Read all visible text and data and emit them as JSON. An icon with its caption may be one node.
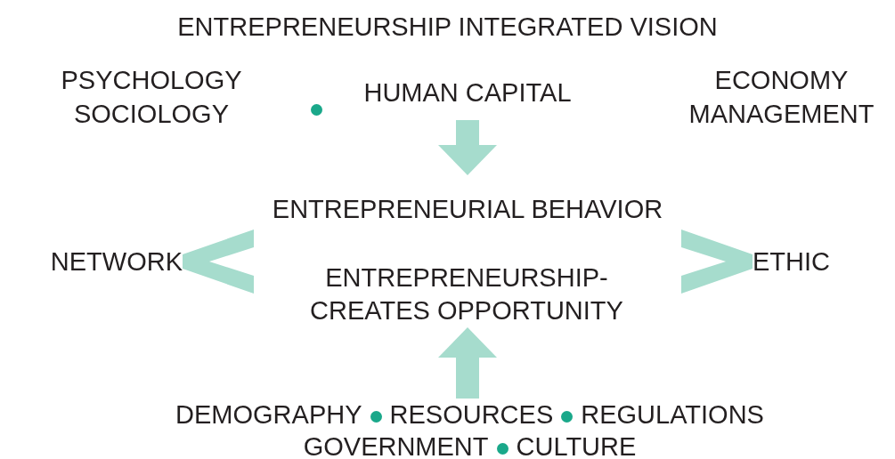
{
  "diagram": {
    "title": "ENTREPRENEURSHIP INTEGRATED VISION",
    "nodes": [
      {
        "text": [
          "PSYCHOLOGY SOCIOLOGY"
        ]
      },
      {
        "text": [],
        "shape": "circle"
      },
      {
        "text": [
          "HUMAN CAPITAL"
        ]
      },
      {
        "text": [
          "ECONOMY MANAGEMENT"
        ]
      },
      {
        "text": [
          "ENTREPRENEURIAL BEHAVIOR"
        ]
      },
      {
        "text": [
          "NETWORK"
        ]
      },
      {
        "text": [
          "ENTREPRENEURSHIP- CREATES OPPORTUNITY"
        ]
      },
      {
        "text": [
          "ETHIC"
        ]
      },
      {
        "text": [
          "DEMOGRAPHY",
          "RESOURCES",
          "REGULATIONS",
          "GOVERNMENT",
          "CULTURE"
        ]
      }
    ],
    "edges": [
      {
        "from": 2,
        "to": 4,
        "arrow": "to",
        "style": "thick"
      },
      {
        "from": 8,
        "to": 6,
        "arrow": "to",
        "style": "thick"
      },
      {
        "from": null,
        "to": 5,
        "arrow": "to"
      },
      {
        "from": null,
        "to": 7,
        "arrow": "to"
      }
    ]
  }
}
